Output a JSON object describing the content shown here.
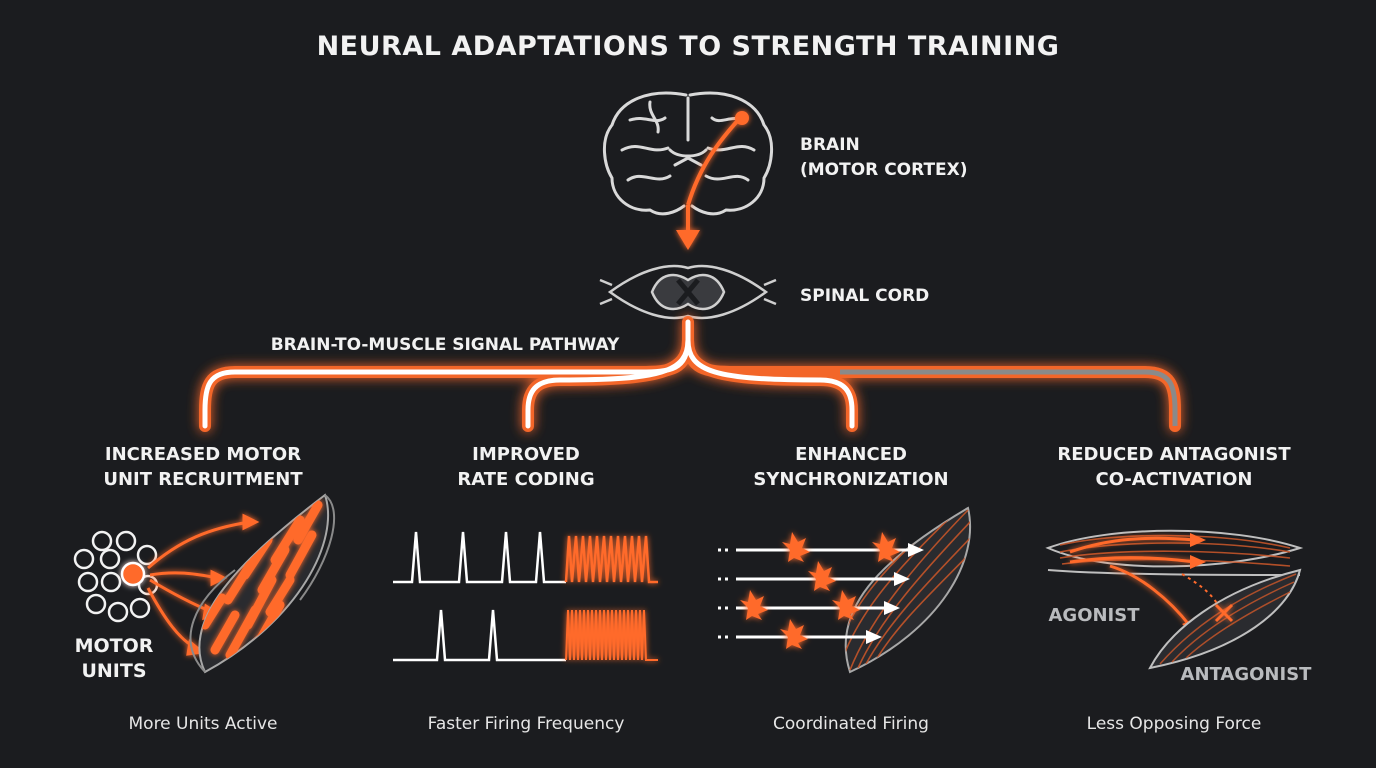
{
  "title": "NEURAL ADAPTATIONS TO STRENGTH TRAINING",
  "brain_label_line1": "BRAIN",
  "brain_label_line2": "(MOTOR CORTEX)",
  "spinal_label": "SPINAL CORD",
  "pathway_label": "BRAIN-TO-MUSCLE SIGNAL PATHWAY",
  "colors": {
    "accent": "#ff6a2c",
    "background": "#1b1c1f",
    "text": "#f2f2f2",
    "muted": "#b9bbbe"
  },
  "adaptations": [
    {
      "heading_line1": "INCREASED MOTOR",
      "heading_line2": "UNIT RECRUITMENT",
      "caption": "More Units Active",
      "inset_label_line1": "MOTOR",
      "inset_label_line2": "UNITS"
    },
    {
      "heading_line1": "IMPROVED",
      "heading_line2": "RATE CODING",
      "caption": "Faster Firing Frequency"
    },
    {
      "heading_line1": "ENHANCED",
      "heading_line2": "SYNCHRONIZATION",
      "caption": "Coordinated Firing"
    },
    {
      "heading_line1": "REDUCED ANTAGONIST",
      "heading_line2": "CO-ACTIVATION",
      "caption": "Less Opposing Force",
      "agonist_label": "AGONIST",
      "antagonist_label": "ANTAGONIST"
    }
  ]
}
